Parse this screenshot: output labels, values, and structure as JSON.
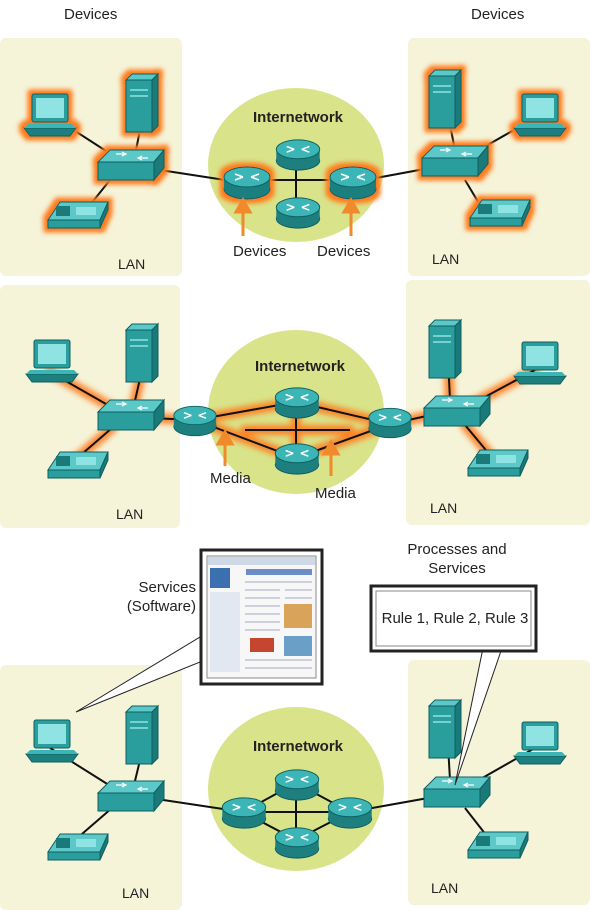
{
  "colors": {
    "lan_bg": "#f5f3d8",
    "internetwork_bg": "#d9e38a",
    "device_teal": "#2a9d9d",
    "highlight": "#ff7a1a",
    "arrow": "#f08a2a",
    "link": "#111111"
  },
  "panel1": {
    "label_devices_left": "Devices",
    "label_devices_right": "Devices",
    "internetwork_label": "Internetwork",
    "arrow_label_left": "Devices",
    "arrow_label_right": "Devices",
    "lan_left": "LAN",
    "lan_right": "LAN"
  },
  "panel2": {
    "internetwork_label": "Internetwork",
    "arrow_label_left": "Media",
    "arrow_label_right": "Media",
    "lan_left": "LAN",
    "lan_right": "LAN"
  },
  "panel3": {
    "services_line1": "Services",
    "services_line2": "(Software)",
    "processes_line1": "Processes and",
    "processes_line2": "Services",
    "rules_text": "Rule 1, Rule 2, Rule 3",
    "internetwork_label": "Internetwork",
    "lan_left": "LAN",
    "lan_right": "LAN"
  },
  "icons": [
    "pc-icon",
    "server-icon",
    "switch-icon",
    "ip-phone-icon",
    "router-icon",
    "web-page-thumbnail"
  ]
}
